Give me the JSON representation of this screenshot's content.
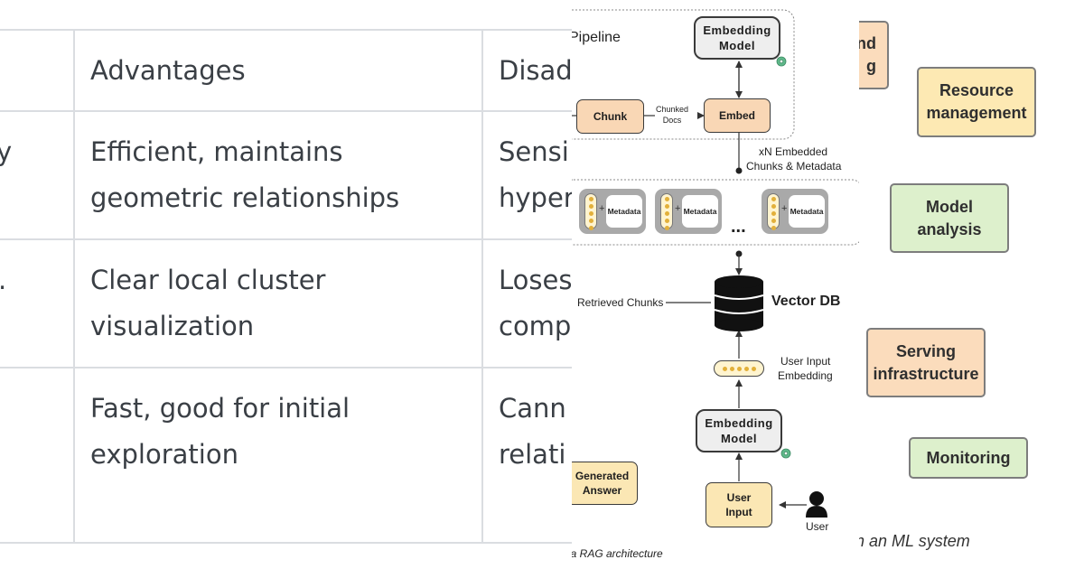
{
  "table": {
    "headers": [
      "",
      "Advantages",
      "Disad"
    ],
    "rows": [
      {
        "method": "y",
        "advantages": [
          "Efficient, maintains",
          "geometric relationships"
        ],
        "disadvantages": [
          "Sensi",
          "hyper"
        ]
      },
      {
        "method": ".",
        "advantages": [
          "Clear local cluster",
          "visualization"
        ],
        "disadvantages": [
          "Loses",
          "comp"
        ]
      },
      {
        "method": "",
        "advantages": [
          "Fast, good for initial",
          "exploration"
        ],
        "disadvantages": [
          "Cann",
          "relati"
        ]
      }
    ]
  },
  "rag": {
    "pipeline_title": "Pipeline",
    "embedding_model_top": "Embedding Model",
    "chunk": "Chunk",
    "chunked_docs": "Chunked Docs",
    "embed": "Embed",
    "embedded_chunks_label": [
      "xN Embedded",
      "Chunks & Metadata"
    ],
    "metadata_label": "Metadata",
    "ellipsis": "...",
    "retrieved_chunks": "Retrieved Chunks",
    "vector_db": "Vector DB",
    "user_input_embedding": [
      "User Input",
      "Embedding"
    ],
    "embedding_model_bottom": "Embedding Model",
    "generated_answer": "Generated Answer",
    "user_input": "User Input",
    "user": "User",
    "caption": "la RAG architecture",
    "colors": {
      "orange": "#f9d7b5",
      "yellow": "#fbe7b4",
      "grey": "#eeeeee",
      "gear": "#5fb88a"
    }
  },
  "ml_system": {
    "partial_top": [
      "nd",
      "g"
    ],
    "components": [
      {
        "label": "Resource management",
        "color": "#fde9b3"
      },
      {
        "label": "Model analysis",
        "color": "#ddf0cc"
      },
      {
        "label": "Serving infrastructure",
        "color": "#fbdcbc"
      },
      {
        "label": "Monitoring",
        "color": "#ddf0cc"
      }
    ],
    "caption": "n an ML system"
  }
}
